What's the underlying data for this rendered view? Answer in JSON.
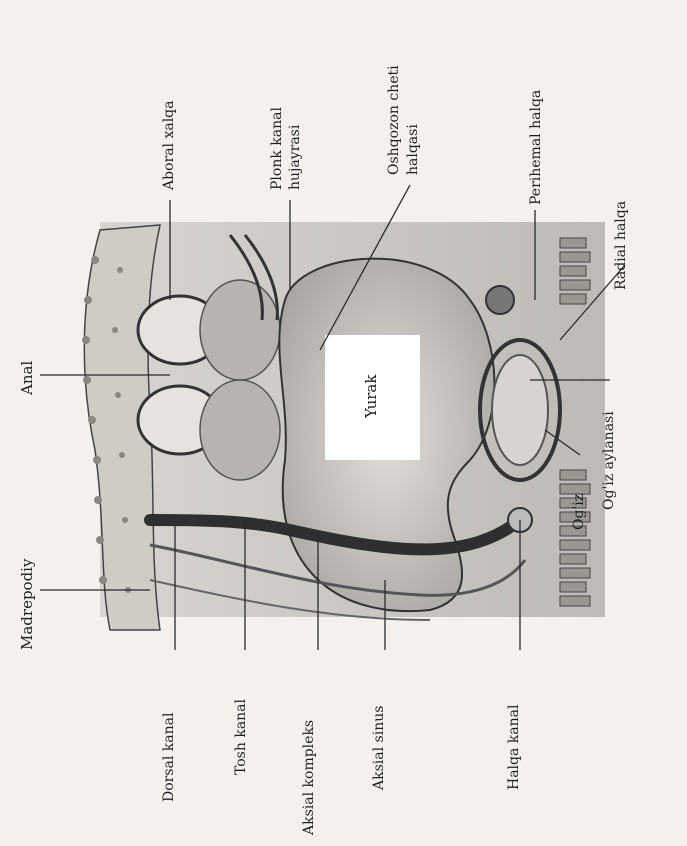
{
  "diagram": {
    "labels": {
      "madrepodiy": "Madrepodiy",
      "dorsal_kanal": "Dorsal kanal",
      "tosh_kanal": "Tosh kanal",
      "aksial_kompleks": "Aksial kompleks",
      "aksial_sinus": "Aksial sinus",
      "halqa_kanal": "Halqa kanal",
      "anal": "Anal",
      "aboral_xalqa": "Aboral xalqa",
      "plonk_kanal_line1": "Plonk kanal",
      "plonk_kanal_line2": "hujayrasi",
      "oshqozon_line1": "Oshqozon cheti",
      "oshqozon_line2": "halqasi",
      "perihemal_halqa": "Perihemal halqa",
      "radial_halqa": "Radial halqa",
      "yurak": "Yurak",
      "ogiz": "Og'iz",
      "ogiz_aylanasi": "Og'iz aylanasi"
    },
    "colors": {
      "body_fill": "#c9c6c1",
      "outline": "#333333",
      "dark_canal": "#2f2f2f",
      "heart_box": "#ffffff"
    }
  }
}
